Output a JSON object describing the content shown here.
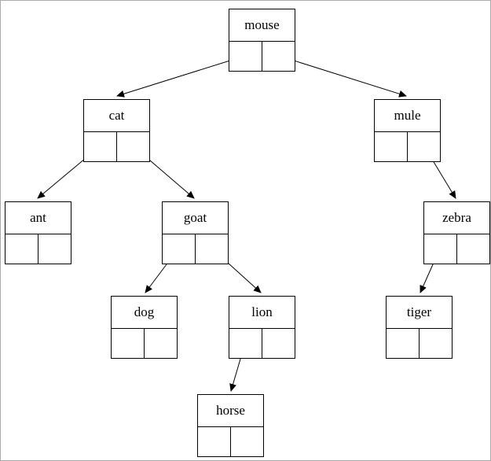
{
  "diagram": {
    "type": "binary-tree",
    "nodes": [
      {
        "id": "mouse",
        "label": "mouse"
      },
      {
        "id": "cat",
        "label": "cat"
      },
      {
        "id": "mule",
        "label": "mule"
      },
      {
        "id": "ant",
        "label": "ant"
      },
      {
        "id": "goat",
        "label": "goat"
      },
      {
        "id": "zebra",
        "label": "zebra"
      },
      {
        "id": "dog",
        "label": "dog"
      },
      {
        "id": "lion",
        "label": "lion"
      },
      {
        "id": "tiger",
        "label": "tiger"
      },
      {
        "id": "horse",
        "label": "horse"
      }
    ],
    "edges": [
      {
        "from": "mouse",
        "side": "left",
        "to": "cat"
      },
      {
        "from": "mouse",
        "side": "right",
        "to": "mule"
      },
      {
        "from": "cat",
        "side": "left",
        "to": "ant"
      },
      {
        "from": "cat",
        "side": "right",
        "to": "goat"
      },
      {
        "from": "mule",
        "side": "right",
        "to": "zebra"
      },
      {
        "from": "goat",
        "side": "left",
        "to": "dog"
      },
      {
        "from": "goat",
        "side": "right",
        "to": "lion"
      },
      {
        "from": "zebra",
        "side": "left",
        "to": "tiger"
      },
      {
        "from": "lion",
        "side": "left",
        "to": "horse"
      }
    ],
    "colors": {
      "line": "#000000",
      "background": "#ffffff",
      "frame": "#aaaaaa"
    }
  }
}
